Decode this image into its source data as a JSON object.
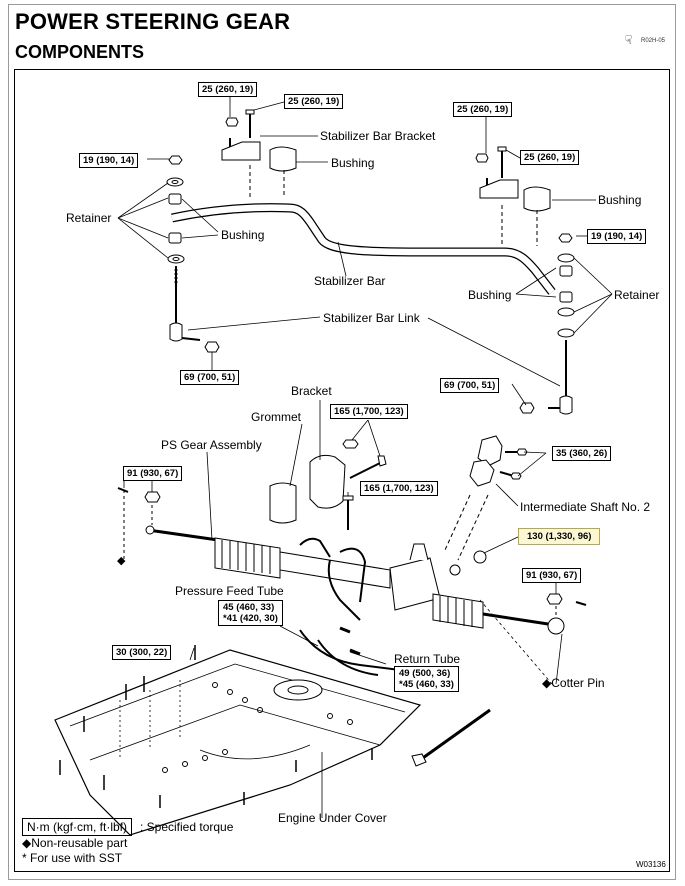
{
  "header": {
    "title": "POWER STEERING GEAR",
    "subtitle": "COMPONENTS",
    "ref_code": "R02H-05"
  },
  "torque_boxes": {
    "t1": "25 (260, 19)",
    "t2": "25 (260, 19)",
    "t3": "25 (260, 19)",
    "t4": "25 (260, 19)",
    "t5": "19 (190, 14)",
    "t6": "19 (190, 14)",
    "t7": "69 (700, 51)",
    "t8": "69 (700, 51)",
    "t9": "165 (1,700, 123)",
    "t10": "165 (1,700, 123)",
    "t11": "35 (360, 26)",
    "t12": "91 (930, 67)",
    "t13": "130 (1,330, 96)",
    "t14": "91 (930, 67)",
    "t15a": "45 (460, 33)",
    "t15b": "*41 (420, 30)",
    "t16": "30 (300, 22)",
    "t17a": "49 (500, 36)",
    "t17b": "*45 (460, 33)"
  },
  "labels": {
    "stabilizer_bar_bracket": "Stabilizer Bar Bracket",
    "bushing_top": "Bushing",
    "bushing_right_top": "Bushing",
    "retainer_left": "Retainer",
    "bushing_left": "Bushing",
    "stabilizer_bar": "Stabilizer Bar",
    "bushing_right": "Bushing",
    "retainer_right": "Retainer",
    "stabilizer_bar_link": "Stabilizer Bar Link",
    "bracket": "Bracket",
    "grommet": "Grommet",
    "ps_gear_assembly": "PS Gear Assembly",
    "intermediate_shaft": "Intermediate Shaft No. 2",
    "pressure_feed_tube": "Pressure Feed Tube",
    "return_tube": "Return Tube",
    "cotter_pin": "Cotter Pin",
    "engine_under_cover": "Engine Under Cover"
  },
  "legend": {
    "unit_box": "N·m (kgf·cm, ft·lbf)",
    "unit_desc": ": Specified torque",
    "nonreusable": "◆Non-reusable  part",
    "sst": " * For use with SST",
    "diamond_left": "◆",
    "diamond_cotter": "◆"
  },
  "figure_code": "W03136",
  "colors": {
    "highlight": "#fbf7d2"
  }
}
